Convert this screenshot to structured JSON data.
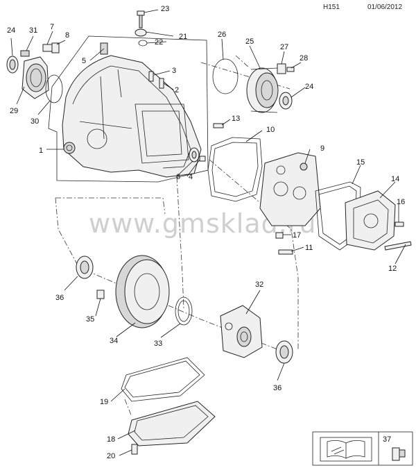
{
  "header": {
    "code": "H151",
    "date": "01/06/2012"
  },
  "watermark": "www.gmsklad.ru",
  "legend": {
    "number": "37"
  },
  "callouts": [
    "1",
    "2",
    "3",
    "4",
    "5",
    "6",
    "7",
    "8",
    "9",
    "10",
    "11",
    "12",
    "13",
    "14",
    "15",
    "16",
    "17",
    "18",
    "19",
    "20",
    "21",
    "22",
    "23",
    "24",
    "24",
    "25",
    "26",
    "27",
    "28",
    "29",
    "30",
    "31",
    "32",
    "33",
    "34",
    "35",
    "36",
    "36",
    "37"
  ]
}
